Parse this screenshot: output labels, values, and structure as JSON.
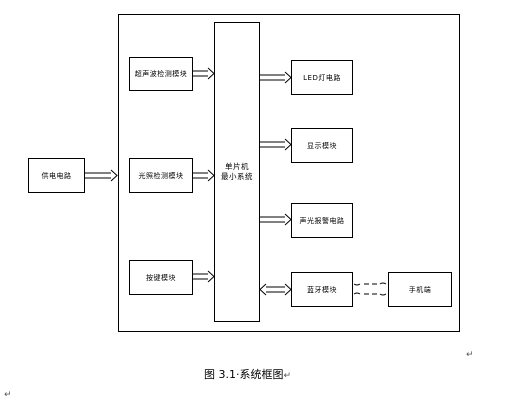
{
  "blocks": {
    "power": "供电电路",
    "ultrasonic": "超声波检测模块",
    "light": "光照检测模块",
    "keys": "按键模块",
    "mcu_line1": "单片机",
    "mcu_line2": "最小系统",
    "led": "LED灯电路",
    "display": "显示模块",
    "alarm": "声光报警电路",
    "bluetooth": "蓝牙模块",
    "phone": "手机端"
  },
  "caption": "图 3.1·系统框图",
  "para_mark": "↵"
}
